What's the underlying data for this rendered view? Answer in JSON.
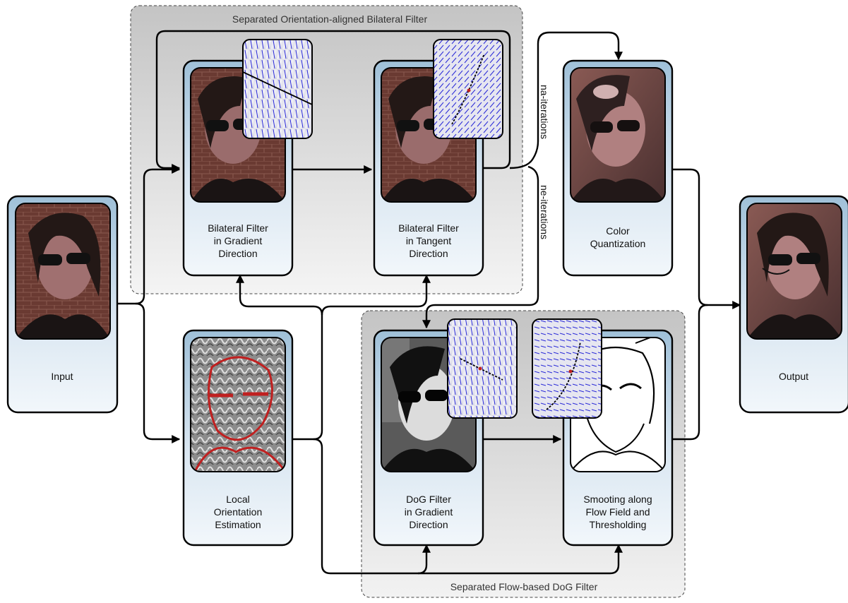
{
  "groups": {
    "bilateral": "Separated Orientation-aligned Bilateral Filter",
    "dog": "Separated Flow-based DoG Filter"
  },
  "nodes": {
    "input": [
      "Input"
    ],
    "bf_gradient": [
      "Bilateral Filter",
      "in Gradient",
      "Direction"
    ],
    "bf_tangent": [
      "Bilateral Filter",
      "in Tangent",
      "Direction"
    ],
    "color_quant": [
      "Color",
      "Quantization"
    ],
    "output": [
      "Output"
    ],
    "local_orient": [
      "Local",
      "Orientation",
      "Estimation"
    ],
    "dog_gradient": [
      "DoG Filter",
      "in Gradient",
      "Direction"
    ],
    "smoothing": [
      "Smooting along",
      "Flow Field and",
      "Thresholding"
    ]
  },
  "edges": {
    "na_iterations": "na-iterations",
    "ne_iterations": "ne-iterations"
  },
  "colors": {
    "box_top": "#9fc0d8",
    "box_bottom": "#f2f7fb",
    "group_top": "#c4c4c4",
    "group_bottom": "#f4f4f4",
    "field_line": "#2a2ad8",
    "field_bg": "#e4e4f0",
    "photo_skin": "#a07070",
    "photo_brick": "#6a3a32",
    "edge_red": "#c02020"
  },
  "icons": {
    "photo": "portrait-photo-thumbnail",
    "cartoon": "cartoon-photo-thumbnail",
    "orientation": "orientation-field-thumbnail",
    "dog": "dog-edge-thumbnail",
    "lineart": "line-drawing-thumbnail",
    "flowfield": "flow-field-inset"
  }
}
